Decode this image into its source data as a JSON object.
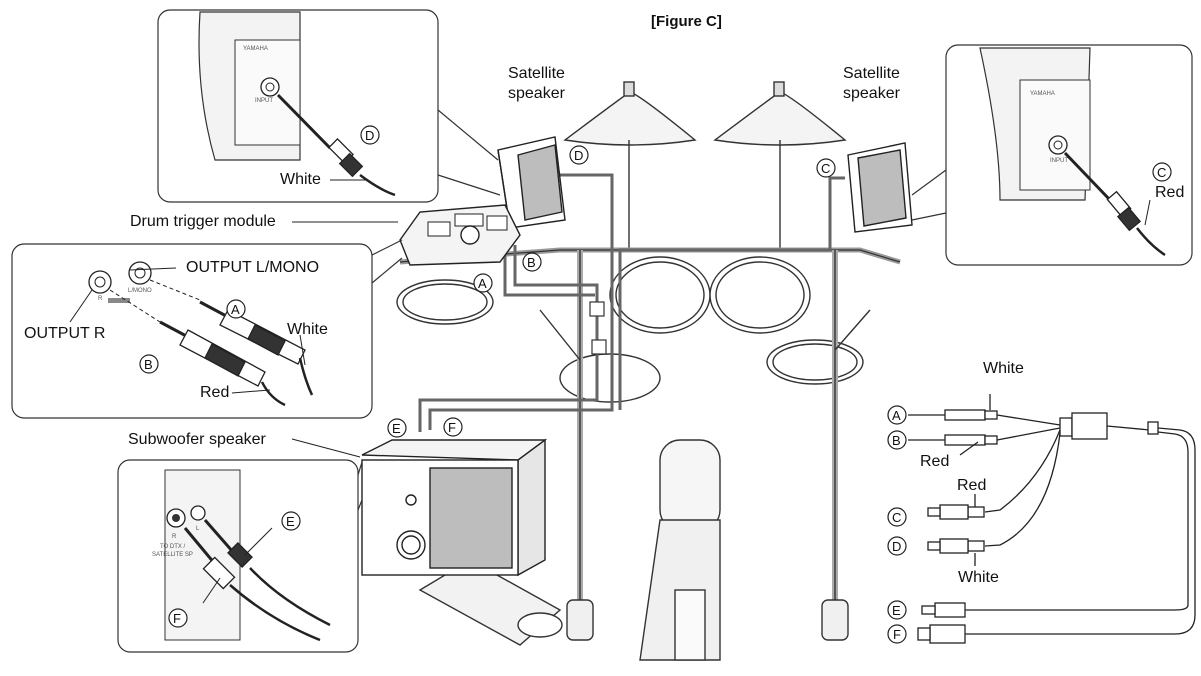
{
  "figure_title": "[Figure C]",
  "labels": {
    "satellite_left": [
      "Satellite",
      "speaker"
    ],
    "satellite_right": [
      "Satellite",
      "speaker"
    ],
    "drum_module": "Drum trigger module",
    "subwoofer": "Subwoofer speaker",
    "output_lmono": "OUTPUT L/MONO",
    "output_r": "OUTPUT R",
    "white": "White",
    "red": "Red"
  },
  "connectors": [
    "A",
    "B",
    "C",
    "D",
    "E",
    "F"
  ],
  "panel_text": {
    "brand": "YAMAHA",
    "input": "INPUT",
    "jack_r": "R",
    "jack_lmono": "L/MONO",
    "sub_r": "R",
    "sub_l": "L",
    "to_dtx": "TO DTX /",
    "satellite_sp": "SATELLITE SP"
  },
  "colors": {
    "cable": "#666666",
    "line": "#222222",
    "fill_grey": "#bdbdbd"
  }
}
